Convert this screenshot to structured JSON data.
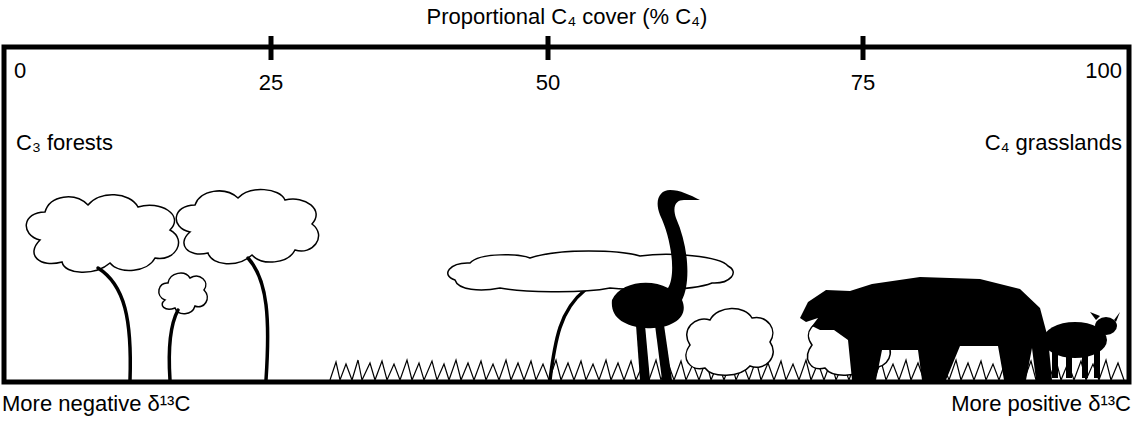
{
  "diagram": {
    "title": "Proportional C₄ cover (% C₄)",
    "labels": [
      "0",
      "25",
      "50",
      "75",
      "100",
      "C₃ forests",
      "C₄ grasslands",
      "More negative δ¹³C",
      "More positive δ¹³C"
    ]
  }
}
